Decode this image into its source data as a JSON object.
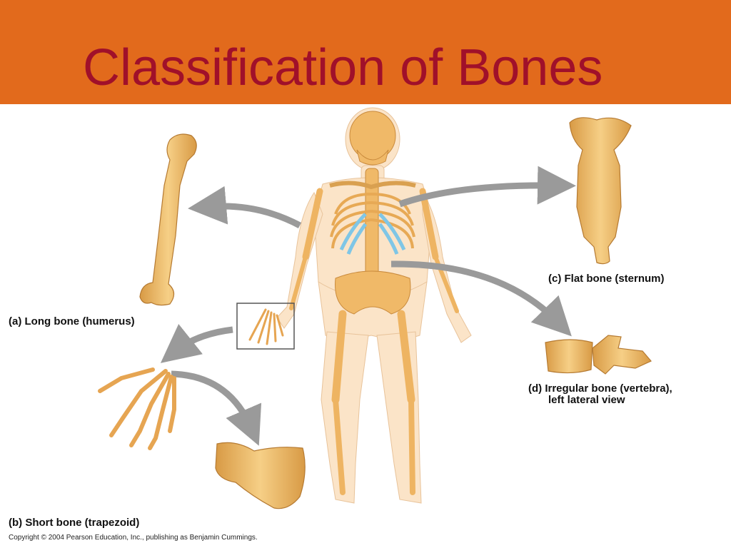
{
  "slide": {
    "title": "Classification of Bones",
    "colors": {
      "header_bg": "#e26a1c",
      "title": "#a0102a",
      "bone": "#f0b968",
      "arrow": "#999999",
      "cartilage": "#7fc6e6"
    }
  },
  "labels": {
    "long_bone": "(a) Long bone (humerus)",
    "short_bone": "(b) Short bone (trapezoid)",
    "flat_bone": "(c) Flat bone (sternum)",
    "irregular_bone_line1": "(d) Irregular bone (vertebra),",
    "irregular_bone_line2": "left lateral view"
  },
  "copyright": "Copyright © 2004 Pearson Education, Inc., publishing as Benjamin Cummings."
}
